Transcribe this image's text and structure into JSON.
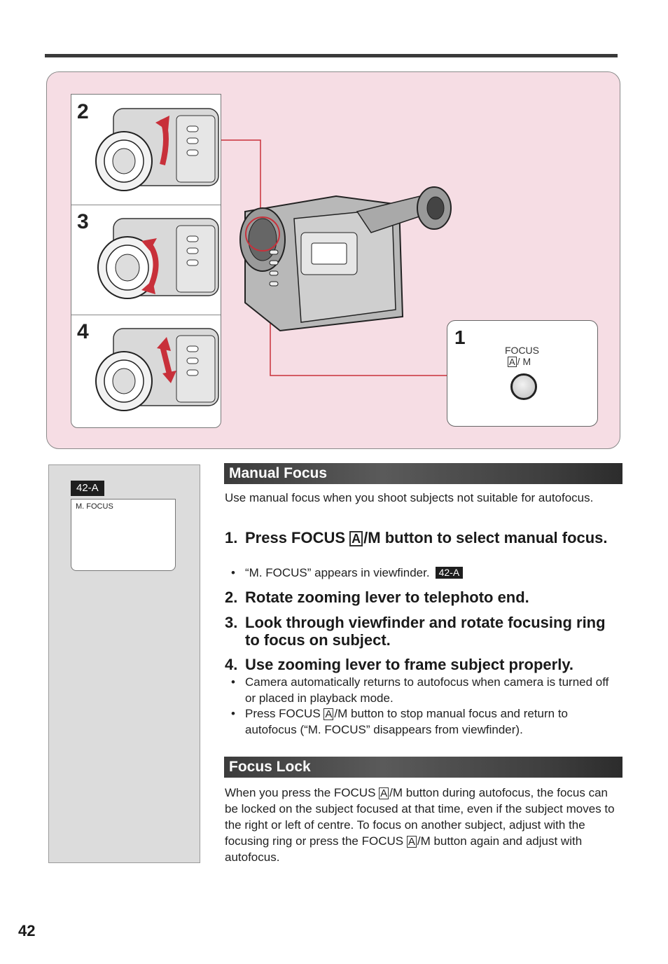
{
  "illustration": {
    "steps": [
      {
        "number": "2"
      },
      {
        "number": "3"
      },
      {
        "number": "4"
      }
    ],
    "callout": {
      "number": "1",
      "label_line1": "FOCUS",
      "label_box": "A",
      "label_suffix": "/ M"
    }
  },
  "sidebar": {
    "tag": "42-A",
    "viewfinder_text": "M. FOCUS"
  },
  "manual_focus": {
    "heading": "Manual  Focus",
    "intro": "Use manual focus when you shoot subjects not suitable for autofocus.",
    "step1_num": "1.",
    "step1_text_a": "Press FOCUS ",
    "step1_box": "A",
    "step1_text_b": "/M button to select manual focus.",
    "step1_bullet": "“M. FOCUS” appears in viewfinder.",
    "step1_tag": "42-A",
    "step2_num": "2.",
    "step2_text": "Rotate zooming lever to telephoto end.",
    "step3_num": "3.",
    "step3_text": "Look through viewfinder and rotate focusing ring to focus on subject.",
    "step4_num": "4.",
    "step4_text": "Use zooming lever to frame subject properly.",
    "step4_bullet1": "Camera automatically returns to autofocus when camera is turned off or placed in playback mode.",
    "step4_bullet2_a": "Press FOCUS ",
    "step4_bullet2_box": "A",
    "step4_bullet2_b": "/M button to stop manual focus and return to autofocus (“M. FOCUS” disappears from viewfinder)."
  },
  "focus_lock": {
    "heading": "Focus  Lock",
    "text_a": "When you press the FOCUS ",
    "box1": "A",
    "text_b": "/M button during autofocus, the focus can be locked on the subject focused at that time, even if the subject moves to the right or left of centre. To focus on another subject, adjust with the focusing ring or press the FOCUS ",
    "box2": "A",
    "text_c": "/M button again and adjust with autofocus."
  },
  "page_number": "42",
  "colors": {
    "panel_pink": "#f6dde4",
    "accent_red": "#c8303a",
    "heading_bar": "#3c3c3c"
  }
}
